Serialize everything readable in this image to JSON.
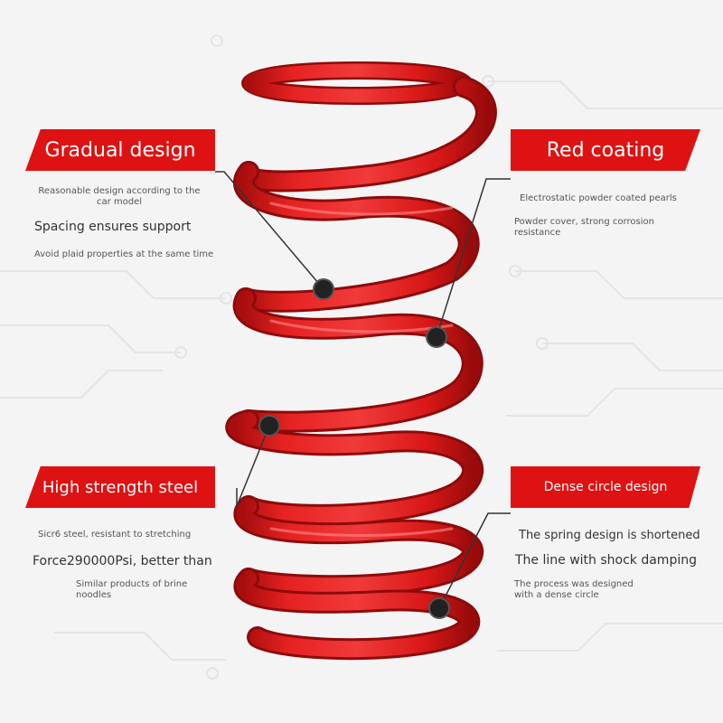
{
  "product": {
    "subject": "red coil spring",
    "colors": {
      "spring": "#e21d1d",
      "banner": "#de1212",
      "background": "#f4f4f5",
      "leader": "#333333"
    }
  },
  "callouts": {
    "gradual": {
      "title": "Gradual design",
      "line1": "Reasonable design according to the",
      "line2": "car model",
      "line3": "Spacing ensures support",
      "line4": "Avoid plaid properties at the same time"
    },
    "coating": {
      "title": "Red coating",
      "line1": "Electrostatic powder coated pearls",
      "line2": "Powder cover, strong corrosion",
      "line3": "resistance"
    },
    "steel": {
      "title": "High strength steel",
      "line1": "Sicr6 steel, resistant to stretching",
      "line2": "Force290000Psi, better than",
      "line3": "Similar products of brine",
      "line4": "noodles"
    },
    "dense": {
      "title": "Dense circle design",
      "line1": "The spring design is shortened",
      "line2": "The line with shock damping",
      "line3": "The process was designed",
      "line4": "with a dense circle"
    }
  }
}
